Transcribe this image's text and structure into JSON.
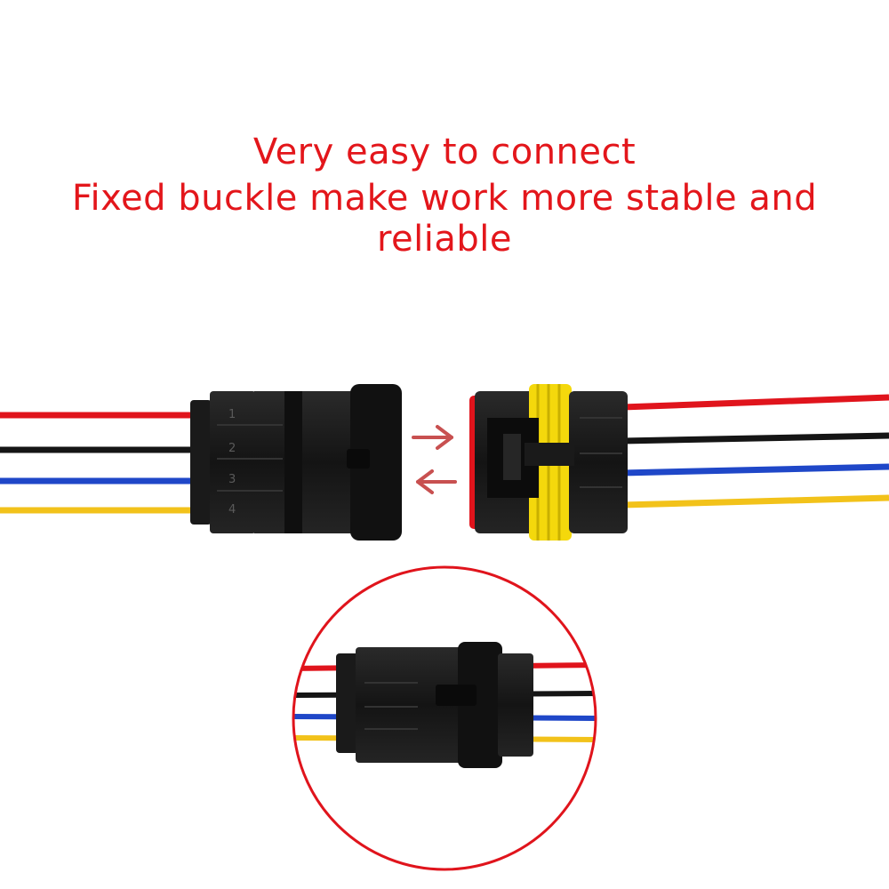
{
  "caption": {
    "line1": "Very easy to connect",
    "line2": "Fixed buckle make work more stable and reliable"
  },
  "connector": {
    "pins": [
      "1",
      "2",
      "3",
      "4"
    ]
  },
  "colors": {
    "caption": "#e3161b",
    "wire_red": "#e0141c",
    "wire_black": "#151515",
    "wire_blue": "#1f47c8",
    "wire_yellow": "#f2c21a",
    "housing": "#1c1c1c",
    "seal": "#f4d80c",
    "arrow": "#c85050",
    "circle": "#e0141c"
  }
}
